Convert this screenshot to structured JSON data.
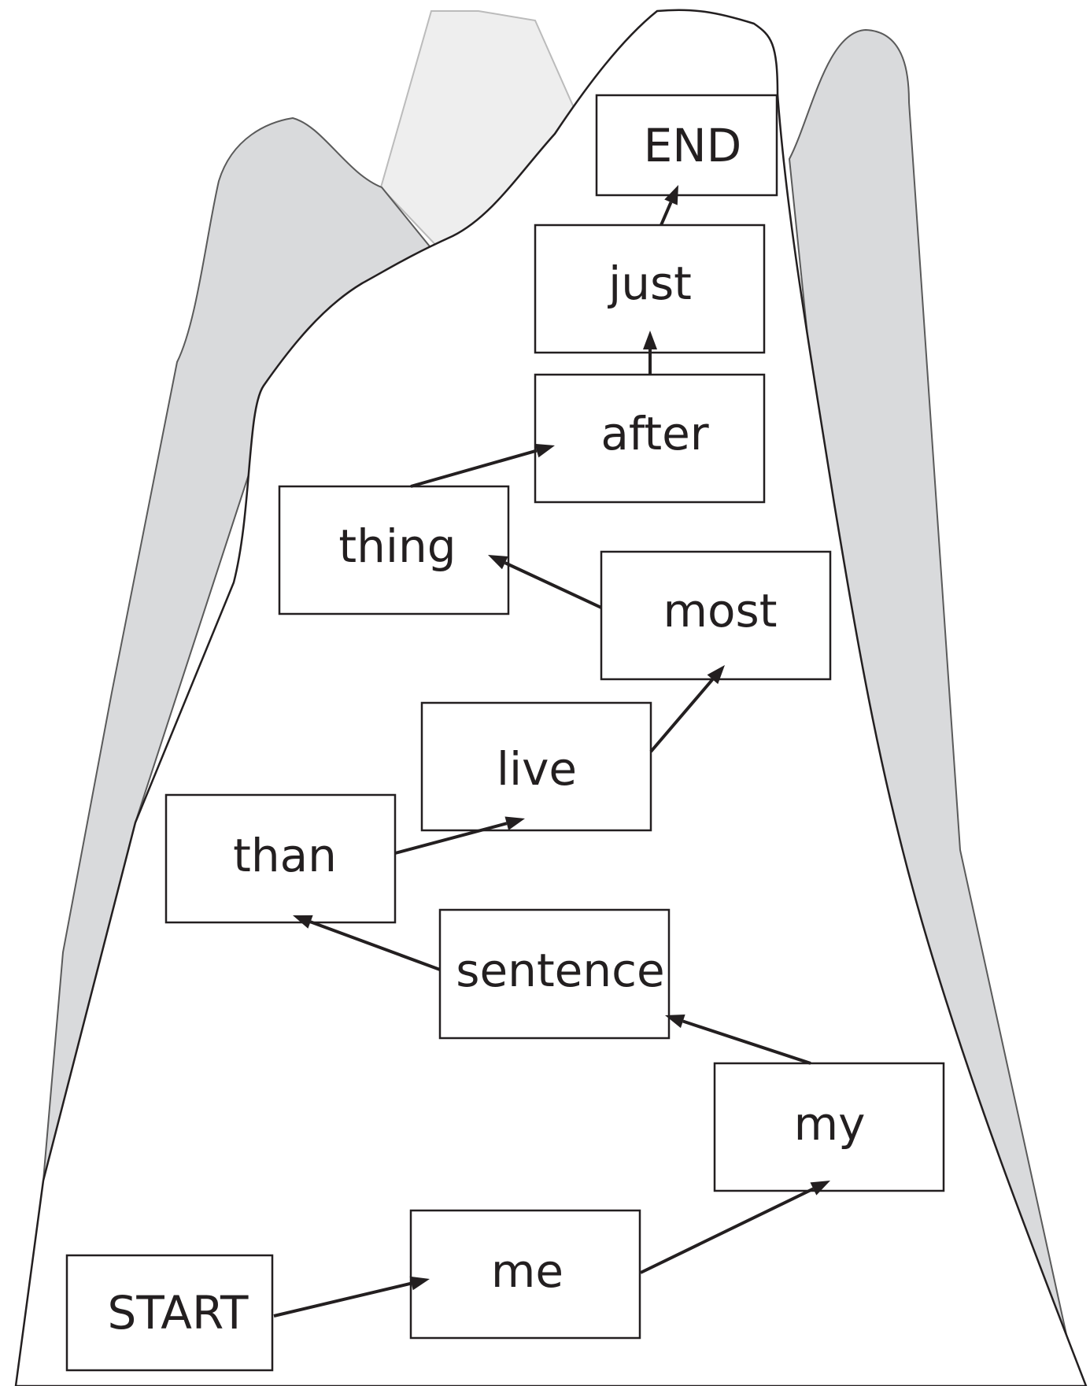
{
  "diagram": {
    "colors": {
      "ink": "#231f20",
      "mountain_dark": "#d9dadc",
      "mountain_light": "#eeeeee",
      "mountain_front": "#ffffff",
      "light_outline": "#bbbbbb"
    },
    "words": [
      {
        "id": "start",
        "text": "START"
      },
      {
        "id": "me",
        "text": "me"
      },
      {
        "id": "my",
        "text": "my"
      },
      {
        "id": "sentence",
        "text": "sentence"
      },
      {
        "id": "than",
        "text": "than"
      },
      {
        "id": "live",
        "text": "live"
      },
      {
        "id": "most",
        "text": "most"
      },
      {
        "id": "thing",
        "text": "thing"
      },
      {
        "id": "after",
        "text": "after"
      },
      {
        "id": "just",
        "text": "just"
      },
      {
        "id": "end",
        "text": "END"
      }
    ],
    "path_order": [
      "start",
      "me",
      "my",
      "sentence",
      "than",
      "live",
      "most",
      "thing",
      "after",
      "just",
      "end"
    ]
  }
}
